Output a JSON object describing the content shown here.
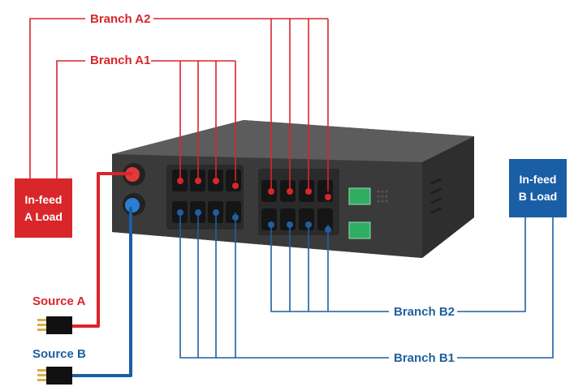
{
  "labels": {
    "branch_a2": "Branch A2",
    "branch_a1": "Branch A1",
    "branch_b2": "Branch B2",
    "branch_b1": "Branch B1",
    "source_a": "Source A",
    "source_b": "Source B",
    "infeed_a_line1": "In-feed",
    "infeed_a_line2": "A Load",
    "infeed_b_line1": "In-feed",
    "infeed_b_line2": "B Load"
  },
  "colors": {
    "red": "#d9262b",
    "blue": "#1a5ea6",
    "chassis": "#3b3b3b"
  }
}
